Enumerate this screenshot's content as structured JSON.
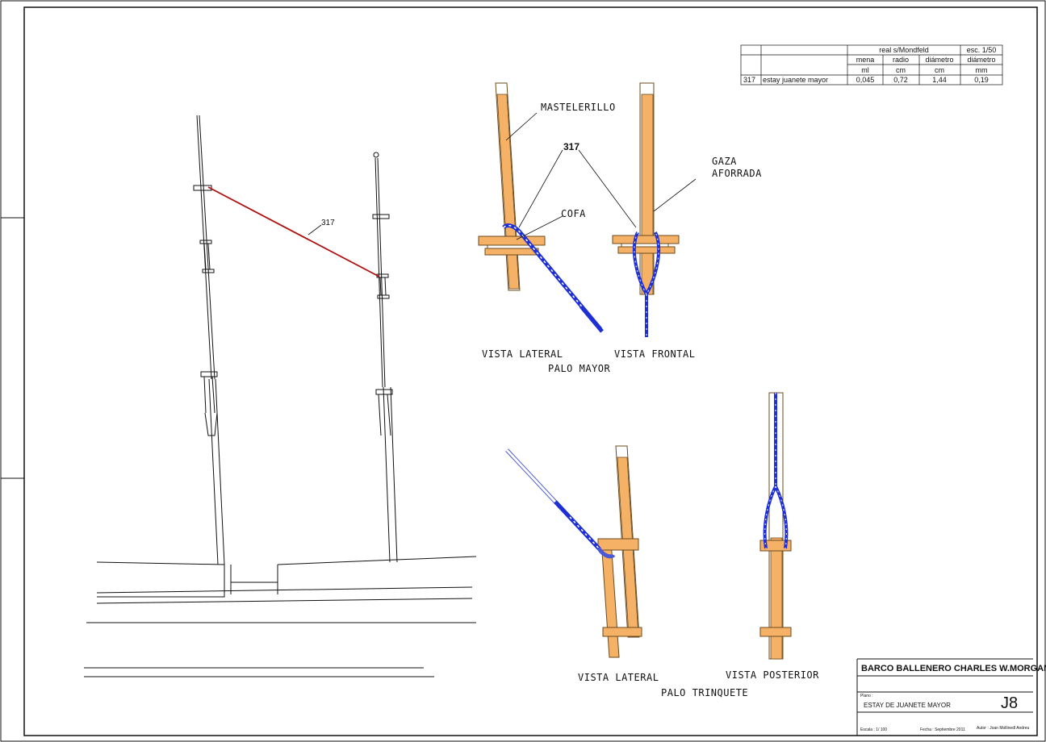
{
  "drawing": {
    "rigging_number": "317",
    "table": {
      "group_header_real": "real s/Mondfeld",
      "group_header_scale": "esc. 1/50",
      "col_headers": [
        "mena",
        "radio",
        "diámetro",
        "diámetro"
      ],
      "units": [
        "ml",
        "cm",
        "cm",
        "mm"
      ],
      "rows": [
        {
          "id": "317",
          "name": "estay juanete mayor",
          "values": [
            "0,045",
            "0,72",
            "1,44",
            "0,19"
          ]
        }
      ]
    },
    "labels": {
      "mastelerillo": "MASTELERILLO",
      "callout_317": "317",
      "gaza_line1": "GAZA",
      "gaza_line2": "AFORRADA",
      "cofa": "COFA",
      "vista_lateral_top": "VISTA LATERAL",
      "vista_frontal": "VISTA FRONTAL",
      "palo_mayor": "PALO MAYOR",
      "vista_lateral_bottom": "VISTA LATERAL",
      "vista_posterior": "VISTA POSTERIOR",
      "palo_trinquete": "PALO TRINQUETE",
      "overview_317": "317"
    },
    "title_block": {
      "ship_name": "BARCO BALLENERO CHARLES W.MORGAN",
      "plan_label": "Plano :",
      "plan_title": "ESTAY DE JUANETE MAYOR",
      "plan_code": "J8",
      "scale": "Escala : 1/ 100",
      "date": "Fecha : Septiembre 2011",
      "author": "Autor : Joan Mollinedl Andreu"
    }
  },
  "colors": {
    "wood": "#f5b266",
    "wood_stroke": "#6b4a1e",
    "rope": "#1f2fd6",
    "stay_red": "#b01010",
    "line": "#111111"
  }
}
